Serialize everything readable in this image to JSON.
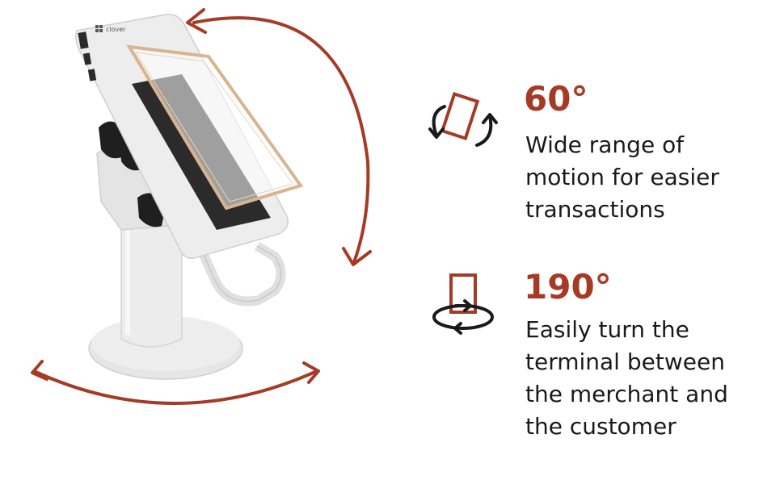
{
  "colors": {
    "accent": "#a53b26",
    "text": "#1a1a1a",
    "device_body": "#ececec",
    "screen": "#2b2b2b",
    "film_border": "#d8b48f"
  },
  "device": {
    "logo_text": "clover"
  },
  "features": [
    {
      "icon": "tilt-rotation-icon",
      "title": "60°",
      "lines": [
        "Wide range of",
        "motion for easier",
        "transactions"
      ]
    },
    {
      "icon": "swivel-rotation-icon",
      "title": "190°",
      "lines": [
        "Easily turn the",
        "terminal between",
        "the merchant and",
        "the customer"
      ]
    }
  ]
}
